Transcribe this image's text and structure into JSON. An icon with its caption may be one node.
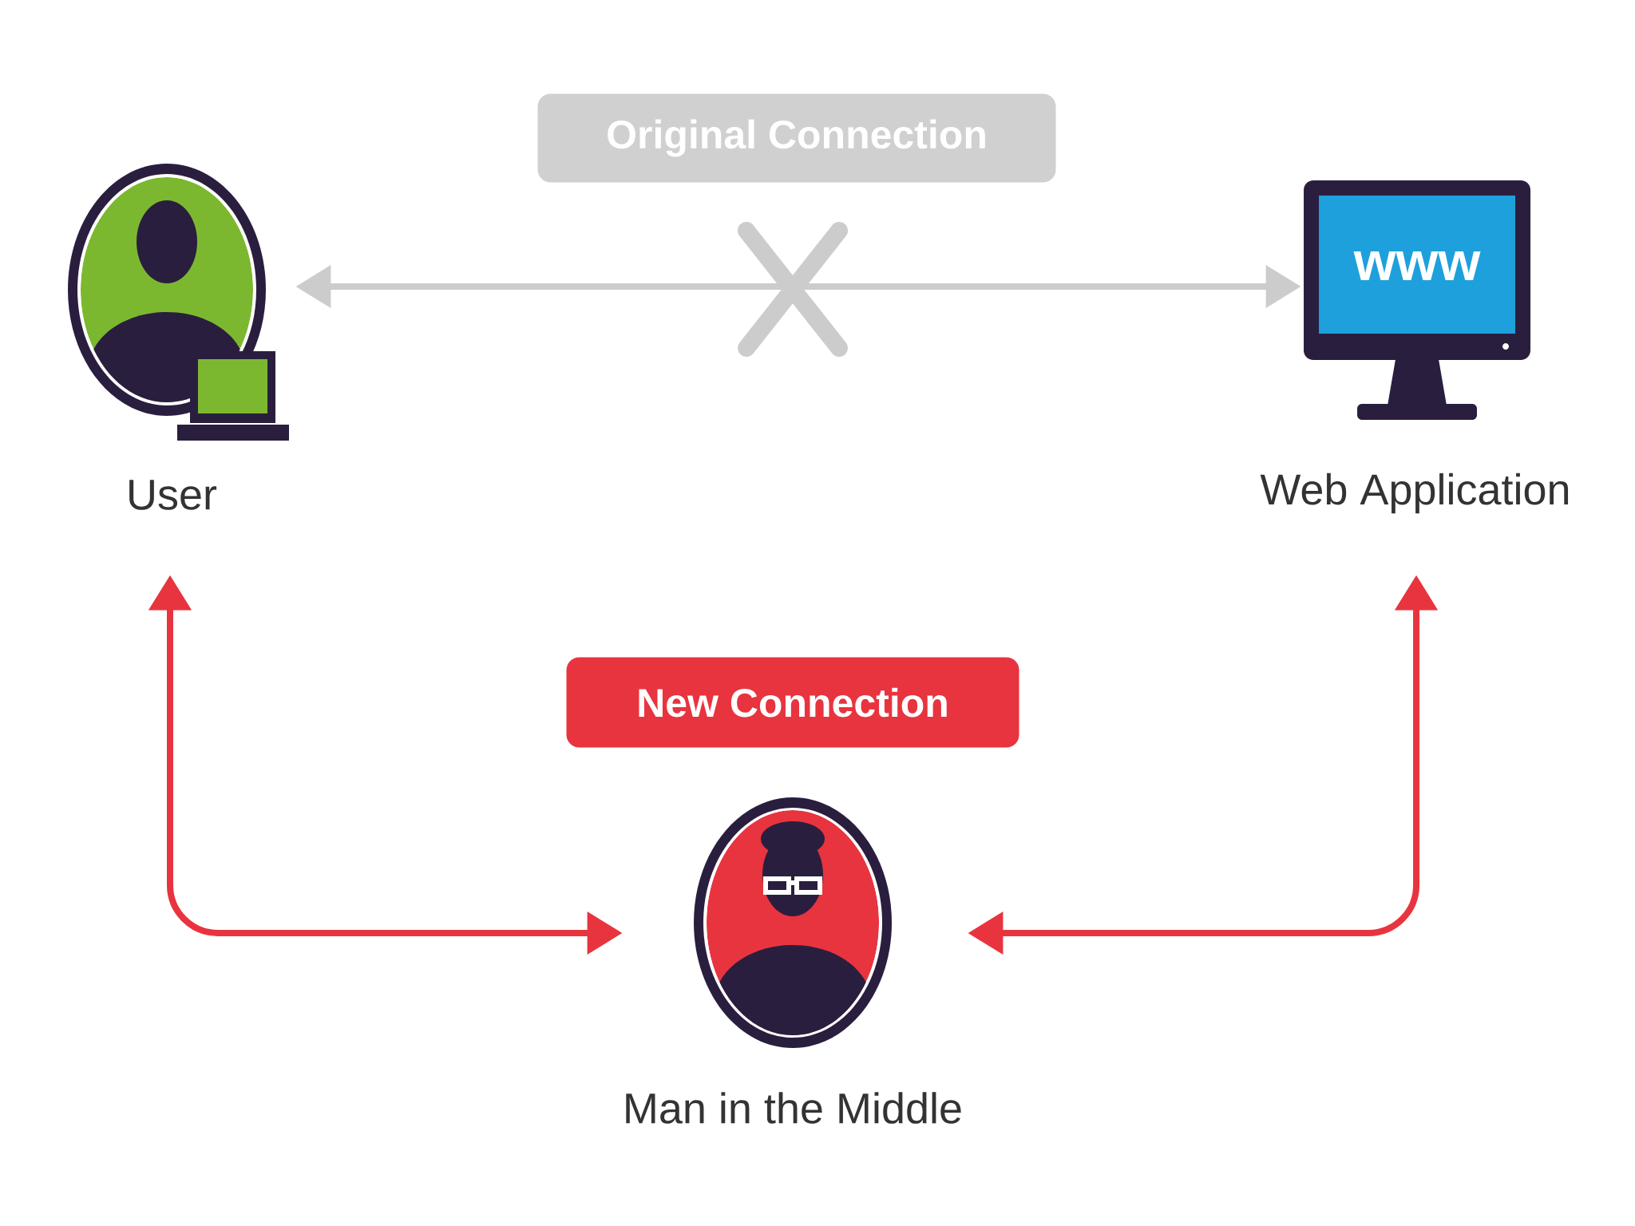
{
  "diagram": {
    "nodes": [
      {
        "text": [
          "User"
        ]
      },
      {
        "text": [
          "www",
          "Web Application"
        ]
      },
      {
        "text": [
          "Man in the Middle"
        ]
      },
      {
        "text": [
          "Original Connection"
        ]
      },
      {
        "text": [
          "New Connection"
        ]
      }
    ],
    "edges": [
      {
        "from": 0,
        "to": 1,
        "arrow": "both",
        "color": "#cccccc"
      },
      {
        "from": 2,
        "to": 0,
        "arrow": "both",
        "color": "#e8343f"
      },
      {
        "from": 2,
        "to": 1,
        "arrow": "both",
        "color": "#e8343f"
      }
    ]
  }
}
